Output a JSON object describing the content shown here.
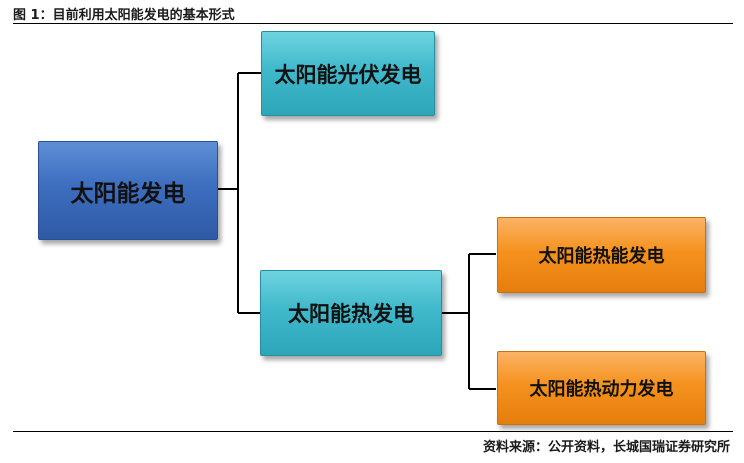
{
  "figure_title": "图 1：目前利用太阳能发电的基本形式",
  "source_note": "资料来源：公开资料，长城国瑞证券研究所",
  "nodes": {
    "root": "太阳能发电",
    "photovoltaic": "太阳能光伏发电",
    "thermal": "太阳能热发电",
    "thermal_energy": "太阳能热能发电",
    "thermal_power": "太阳能热动力发电"
  },
  "colors": {
    "root": "#3d6ebf",
    "level1": "#3fb9cb",
    "level2": "#f5921e"
  }
}
